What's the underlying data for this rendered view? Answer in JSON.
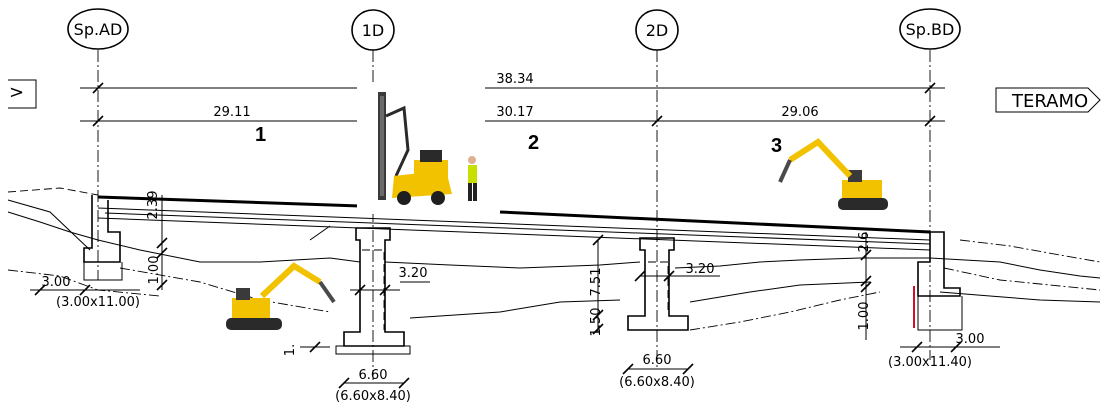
{
  "axes": {
    "spad": "Sp.AD",
    "d1": "1D",
    "d2": "2D",
    "spbd": "Sp.BD"
  },
  "dimensions": {
    "total_span": "38.34",
    "span1": "29.11",
    "span2": "30.17",
    "span3": "29.06",
    "abut_left_height": "2.39",
    "abut_right_height": "2.6",
    "left_found_width": "3.00",
    "left_found_size": "(3.00x11.00)",
    "left_found_depth": "1.00",
    "right_found_width": "3.00",
    "right_found_size": "(3.00x11.40)",
    "right_found_depth": "1.00",
    "pier1_width": "3.20",
    "pier1_base": "6.60",
    "pier1_base_size": "(6.60x8.40)",
    "pier1_small": "1.",
    "pier2_width": "3.20",
    "pier2_base": "6.60",
    "pier2_base_size": "(6.60x8.40)",
    "pier2_height": "7.51",
    "pier2_base_height": "1.50"
  },
  "phases": {
    "p1": "1",
    "p2": "2",
    "p3": "3"
  },
  "destination": "TERAMO",
  "colors": {
    "machine_yellow": "#f2c200",
    "machine_dark": "#2a2a2a",
    "worker_vest": "#c8e000"
  },
  "icons": {
    "excavator": "excavator-icon",
    "drill_rig": "drill-rig-icon",
    "worker": "worker-icon"
  }
}
